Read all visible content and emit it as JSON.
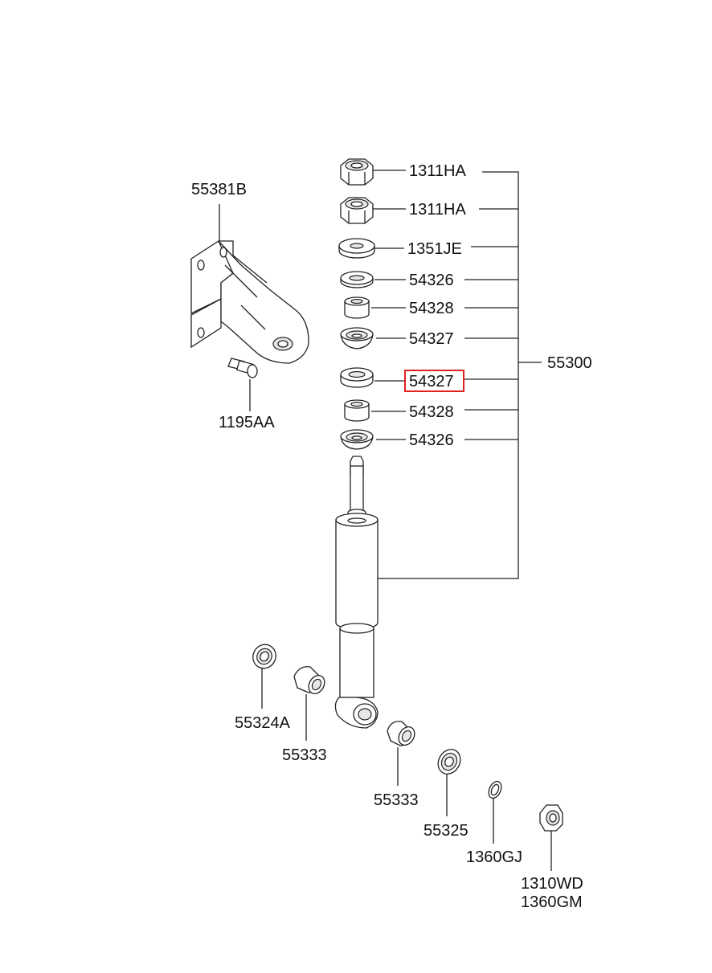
{
  "labels": {
    "nut_1": "1311HA",
    "nut_2": "1311HA",
    "washer_top": "1351JE",
    "washer_54326_top": "54326",
    "bush_54328_top": "54328",
    "cup_54327_top": "54327",
    "assembly": "55300",
    "cup_54327_highlight": "54327",
    "bush_54328_bottom": "54328",
    "washer_54326_bottom": "54326",
    "bracket": "55381B",
    "bolt": "1195AA",
    "bush_55324a": "55324A",
    "bush_55333_left": "55333",
    "bush_55333_right": "55333",
    "bush_55325": "55325",
    "washer_1360gj": "1360GJ",
    "nut_1310wd": "1310WD",
    "nut_1360gm": "1360GM"
  },
  "colors": {
    "highlight": "#e0211f",
    "line": "#222222"
  }
}
